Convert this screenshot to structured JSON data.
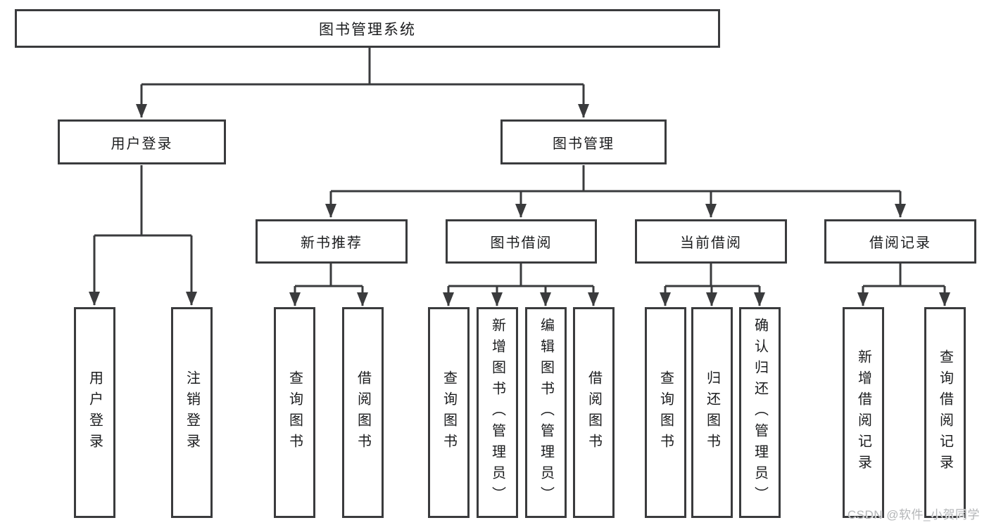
{
  "tree": {
    "root": {
      "label": "图书管理系统",
      "children": [
        {
          "label": "用户登录",
          "children": [
            {
              "label": "用户登录"
            },
            {
              "label": "注销登录"
            }
          ]
        },
        {
          "label": "图书管理",
          "children": [
            {
              "label": "新书推荐",
              "children": [
                {
                  "label": "查询图书"
                },
                {
                  "label": "借阅图书"
                }
              ]
            },
            {
              "label": "图书借阅",
              "children": [
                {
                  "label": "查询图书"
                },
                {
                  "label": "新增图书（管理员）"
                },
                {
                  "label": "编辑图书（管理员）"
                },
                {
                  "label": "借阅图书"
                }
              ]
            },
            {
              "label": "当前借阅",
              "children": [
                {
                  "label": "查询图书"
                },
                {
                  "label": "归还图书"
                },
                {
                  "label": "确认归还（管理员）"
                }
              ]
            },
            {
              "label": "借阅记录",
              "children": [
                {
                  "label": "新增借阅记录"
                },
                {
                  "label": "查询借阅记录"
                }
              ]
            }
          ]
        }
      ]
    }
  },
  "watermark": "CSDN @软件_小贺同学",
  "colors": {
    "line": "#3a3b3d",
    "border": "#3a3b3d",
    "text": "#1b1c1e",
    "bg": "#ffffff",
    "wm": "#b4b6b8"
  }
}
